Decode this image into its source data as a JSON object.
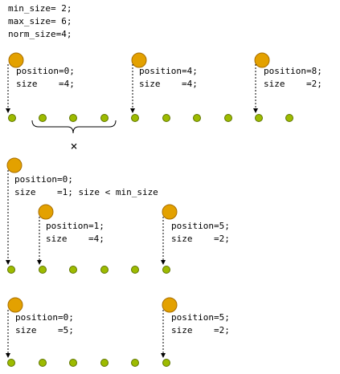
{
  "params": {
    "lines": [
      "min_size= 2;",
      "max_size= 6;",
      "norm_size=4;"
    ]
  },
  "colors": {
    "marker_fill": "#E3A100",
    "marker_stroke": "#A86E00",
    "dot_fill": "#9DBB00",
    "dot_stroke": "#5E7400",
    "line": "#000000"
  },
  "sections": [
    {
      "id": "s1",
      "dots": 10,
      "markers": [
        {
          "label_a": "position=0;",
          "label_b": "size    =4;",
          "pos": 0
        },
        {
          "label_a": "position=4;",
          "label_b": "size    =4;",
          "pos": 4
        },
        {
          "label_a": "position=8;",
          "label_b": "size    =2;",
          "pos": 8
        }
      ],
      "brace": {
        "from": 1,
        "to": 3,
        "mark": "×"
      }
    },
    {
      "id": "s2",
      "dots": 6,
      "markers": [
        {
          "label_a": "position=0;",
          "label_b": "size    =1; size < min_size",
          "pos": 0
        },
        {
          "label_a": "position=1;",
          "label_b": "size    =4;",
          "pos": 1
        },
        {
          "label_a": "position=5;",
          "label_b": "size    =2;",
          "pos": 5
        }
      ]
    },
    {
      "id": "s3",
      "dots": 6,
      "markers": [
        {
          "label_a": "position=0;",
          "label_b": "size    =5;",
          "pos": 0
        },
        {
          "label_a": "position=5;",
          "label_b": "size    =2;",
          "pos": 5
        }
      ]
    }
  ]
}
